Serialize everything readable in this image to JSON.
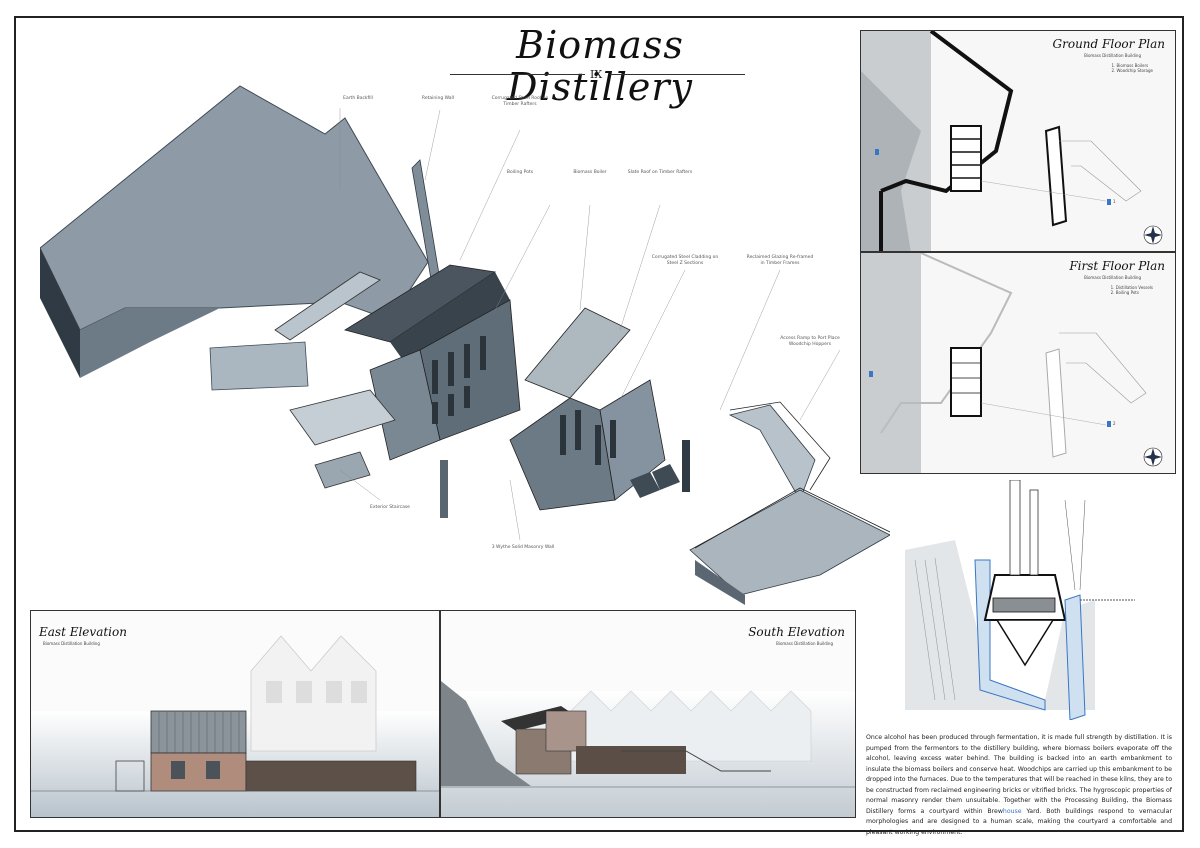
{
  "title": "Biomass Distillery",
  "title_number": "IX",
  "labels": {
    "earth_backfill": "Earth Backfill",
    "retaining_wall": "Retaining Wall",
    "corrugated_roof": "Corrugated Steel Roof on Timber Rafters",
    "boiling_pots": "Boiling Pots",
    "biomass_boiler": "Biomass Boiler",
    "slate_roof": "Slate Roof on Timber Rafters",
    "corrugated_cladding": "Corrugated Steel Cladding on Steel Z Sections",
    "reclaimed_glazing": "Reclaimed Glazing Re-framed in Timber Frames",
    "access_ramp": "Access Ramp to Port Place Woodchip Hoppers",
    "exterior_staircase": "Exterior Staircase",
    "wythe_wall": "3 Wythe Solid Masonry Wall"
  },
  "plans": {
    "ground": {
      "title": "Ground Floor Plan",
      "subtitle": "Biomass Distillation Building",
      "key": "1. Biomass Boilers\n2. Woodchip Storage",
      "number": "1"
    },
    "first": {
      "title": "First Floor Plan",
      "subtitle": "Biomass Distillation Building",
      "key": "1. Distillation Vessels\n2. Boiling Pots",
      "number": "2"
    }
  },
  "elevations": {
    "east": {
      "title": "East Elevation",
      "subtitle": "Biomass Distillation Building"
    },
    "south": {
      "title": "South Elevation",
      "subtitle": "Biomass Distillation Building"
    }
  },
  "description": {
    "before": "Once alcohol has been produced through fermentation, it is made full strength by distillation. It is pumped from the fermentors to the distillery building, where biomass boilers evaporate off the alcohol, leaving excess water behind. The building is backed into an earth embankment to insulate the biomass boilers and conserve heat. Woodchips are carried up this embankment to be dropped into the furnaces. Due to the temperatures that will be reached in these kilns, they are to be constructed from reclaimed engineering bricks or vitrified bricks. The hygroscopic properties of normal masonry render them unsuitable. Together with the Processing Building, the Biomass Distillery forms a courtyard within Brew",
    "highlight": "house",
    "after": " Yard. Both buildings respond to vernacular morphologies and are designed to a human scale, making the courtyard a comfortable and pleasant working environment."
  }
}
